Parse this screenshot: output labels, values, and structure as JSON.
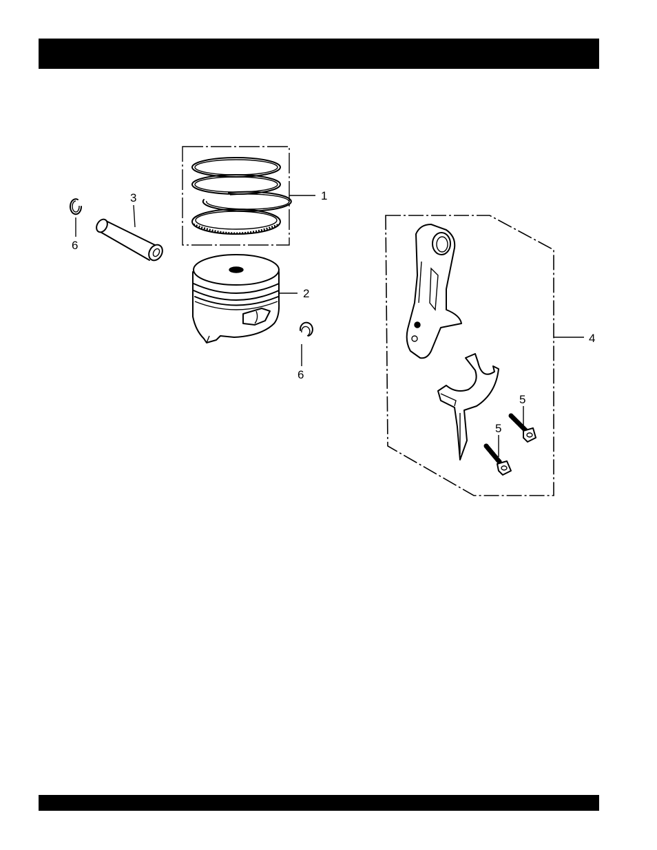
{
  "header_bar": {
    "color": "#000000"
  },
  "footer_bar": {
    "color": "#000000"
  },
  "callouts": {
    "ring_set": "1",
    "piston": "2",
    "piston_pin": "3",
    "connecting_rod_assy": "4",
    "rod_bolt_a": "5",
    "rod_bolt_b": "5",
    "clip_left": "6",
    "clip_right": "6"
  }
}
